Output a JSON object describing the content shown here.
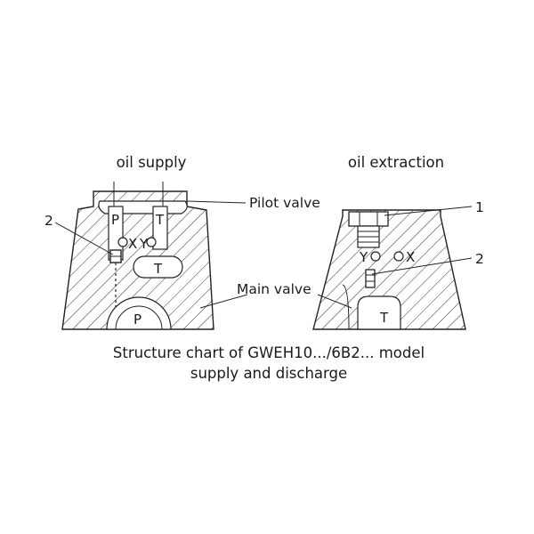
{
  "labels": {
    "oil_supply": "oil supply",
    "oil_extraction": "oil extraction",
    "pilot_valve": "Pilot valve",
    "main_valve": "Main valve",
    "callout_2_left": "2",
    "callout_1": "1",
    "callout_2_right": "2"
  },
  "ports": {
    "left_p_top": "P",
    "left_t_top": "T",
    "left_x": "X",
    "left_y": "Y",
    "left_t_slot": "T",
    "left_p_bottom": "P",
    "right_y": "Y",
    "right_x": "X",
    "right_t": "T"
  },
  "caption": {
    "line1": "Structure chart of GWEH10.../6B2... model",
    "line2": "supply and discharge"
  }
}
